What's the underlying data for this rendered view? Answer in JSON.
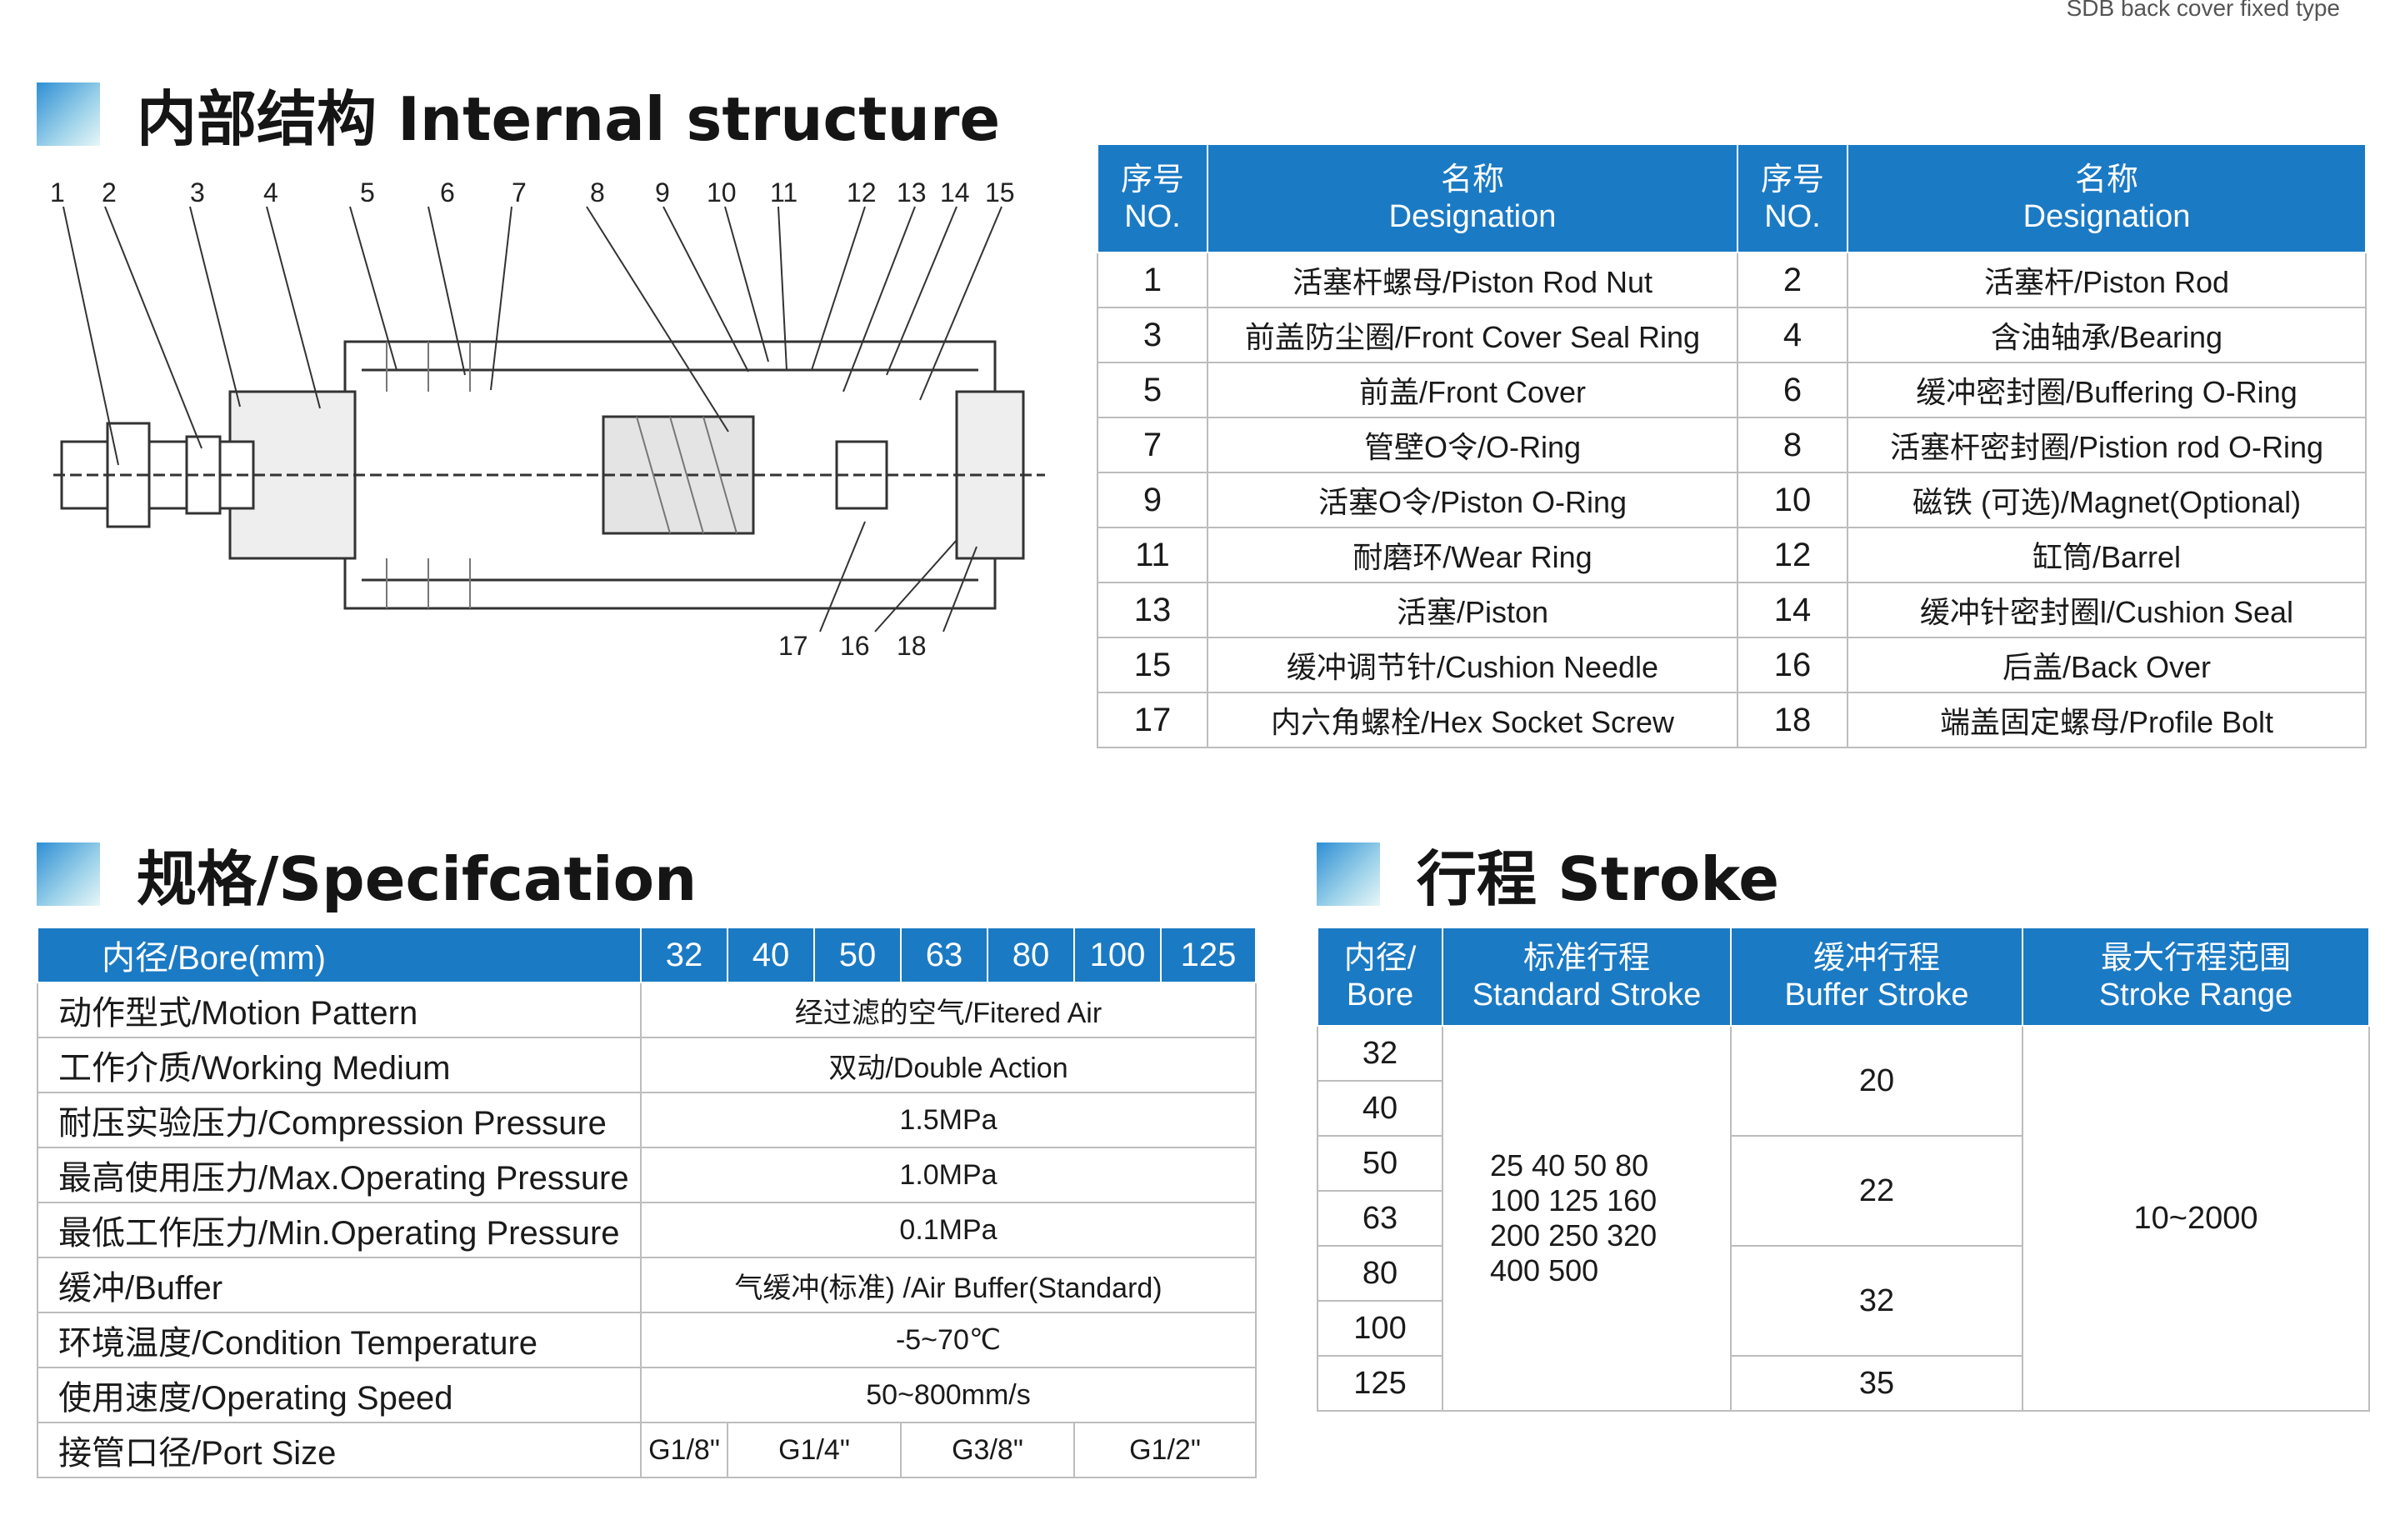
{
  "top_note": "SDB back cover fixed type",
  "sections": {
    "internal": "内部结构 Internal structure",
    "spec": "规格/Specifcation",
    "stroke": "行程 Stroke"
  },
  "diagram_labels": [
    "1",
    "2",
    "3",
    "4",
    "5",
    "6",
    "7",
    "8",
    "9",
    "10",
    "11",
    "12",
    "13",
    "14",
    "15",
    "16",
    "17",
    "18"
  ],
  "parts_table": {
    "headers": {
      "no": "序号\nNO.",
      "name": "名称\nDesignation"
    },
    "rows": [
      {
        "no1": "1",
        "name1": "活塞杆螺母/Piston Rod Nut",
        "no2": "2",
        "name2": "活塞杆/Piston Rod"
      },
      {
        "no1": "3",
        "name1": "前盖防尘圈/Front Cover Seal Ring",
        "no2": "4",
        "name2": "含油轴承/Bearing"
      },
      {
        "no1": "5",
        "name1": "前盖/Front Cover",
        "no2": "6",
        "name2": "缓冲密封圈/Buffering O-Ring"
      },
      {
        "no1": "7",
        "name1": "管壁O令/O-Ring",
        "no2": "8",
        "name2": "活塞杆密封圈/Pistion rod O-Ring"
      },
      {
        "no1": "9",
        "name1": "活塞O令/Piston O-Ring",
        "no2": "10",
        "name2": "磁铁 (可选)/Magnet(Optional)"
      },
      {
        "no1": "11",
        "name1": "耐磨环/Wear Ring",
        "no2": "12",
        "name2": "缸筒/Barrel"
      },
      {
        "no1": "13",
        "name1": "活塞/Piston",
        "no2": "14",
        "name2": "缓冲针密封圈l/Cushion Seal"
      },
      {
        "no1": "15",
        "name1": "缓冲调节针/Cushion Needle",
        "no2": "16",
        "name2": "后盖/Back Over"
      },
      {
        "no1": "17",
        "name1": "内六角螺栓/Hex Socket Screw",
        "no2": "18",
        "name2": "端盖固定螺母/Profile Bolt"
      }
    ]
  },
  "spec_table": {
    "header_label": "内径/Bore(mm)",
    "bores": [
      "32",
      "40",
      "50",
      "63",
      "80",
      "100",
      "125"
    ],
    "rows": [
      {
        "label": "动作型式/Motion Pattern",
        "value": "经过滤的空气/Fitered Air"
      },
      {
        "label": "工作介质/Working Medium",
        "value": "双动/Double Action"
      },
      {
        "label": "耐压实验压力/Compression Pressure",
        "value": "1.5MPa"
      },
      {
        "label": "最高使用压力/Max.Operating Pressure",
        "value": "1.0MPa"
      },
      {
        "label": "最低工作压力/Min.Operating Pressure",
        "value": "0.1MPa"
      },
      {
        "label": "缓冲/Buffer",
        "value": "气缓冲(标准) /Air Buffer(Standard)"
      },
      {
        "label": "环境温度/Condition Temperature",
        "value": "-5~70℃"
      },
      {
        "label": "使用速度/Operating Speed",
        "value": "50~800mm/s"
      }
    ],
    "port_label": "接管口径/Port Size",
    "ports": [
      "G1/8\"",
      "G1/4\"",
      "G3/8\"",
      "G1/2\""
    ]
  },
  "stroke_table": {
    "headers": [
      "内径/\nBore",
      "标准行程\nStandard Stroke",
      "缓冲行程\nBuffer Stroke",
      "最大行程范围\nStroke Range"
    ],
    "bores": [
      "32",
      "40",
      "50",
      "63",
      "80",
      "100",
      "125"
    ],
    "standard": "25  40  50  80\n100  125  160\n200  250  320\n400  500",
    "buffer": [
      "20",
      "22",
      "32",
      "35"
    ],
    "range": "10~2000"
  },
  "colors": {
    "header_blue": "#1b7ac4",
    "section_bar": "#2f8fd4"
  }
}
